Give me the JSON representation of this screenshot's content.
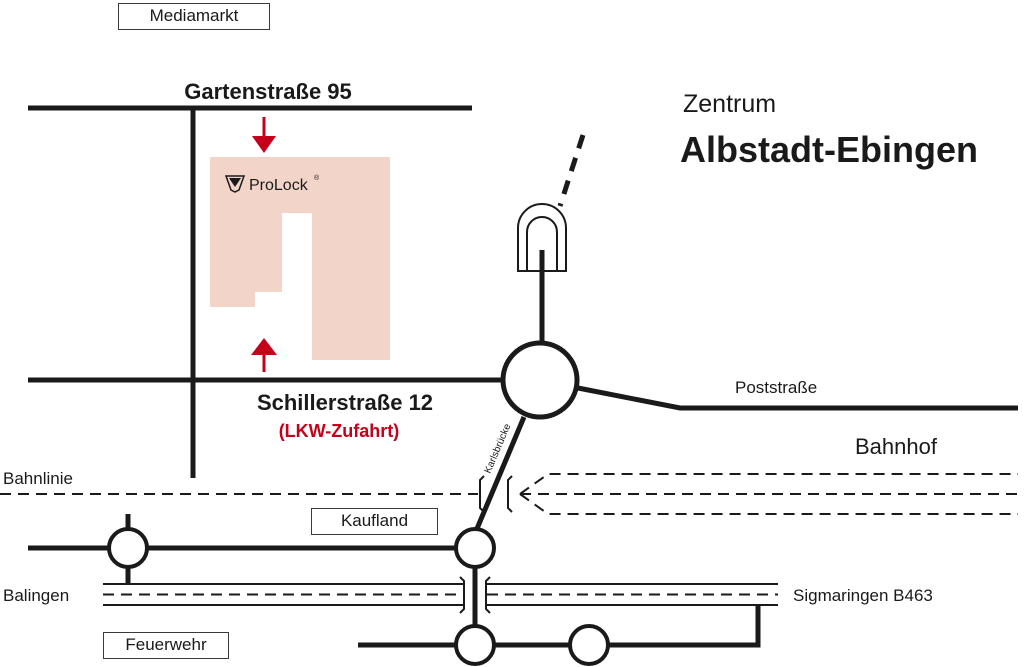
{
  "colors": {
    "road": "#1a1a1a",
    "building": "#f2d5c8",
    "accent_red": "#c4001a",
    "text": "#1a1a1a"
  },
  "labels": {
    "mediamarkt": "Mediamarkt",
    "gartenstrasse": "Gartenstraße 95",
    "prolock": "ProLock",
    "prolock_mark": "®",
    "schillerstrasse": "Schillerstraße 12",
    "lkw_zufahrt": "(LKW-Zufahrt)",
    "zentrum": "Zentrum",
    "albstadt": "Albstadt-Ebingen",
    "poststrasse": "Poststraße",
    "bahnhof": "Bahnhof",
    "bahnlinie": "Bahnlinie",
    "karlsbruecke": "Karlsbrücke",
    "kaufland": "Kaufland",
    "balingen": "Balingen",
    "sigmaringen": "Sigmaringen B463",
    "feuerwehr": "Feuerwehr"
  },
  "icons": [
    "prolock-logo-icon",
    "arrow-down-icon",
    "arrow-up-icon",
    "tunnel-icon"
  ]
}
